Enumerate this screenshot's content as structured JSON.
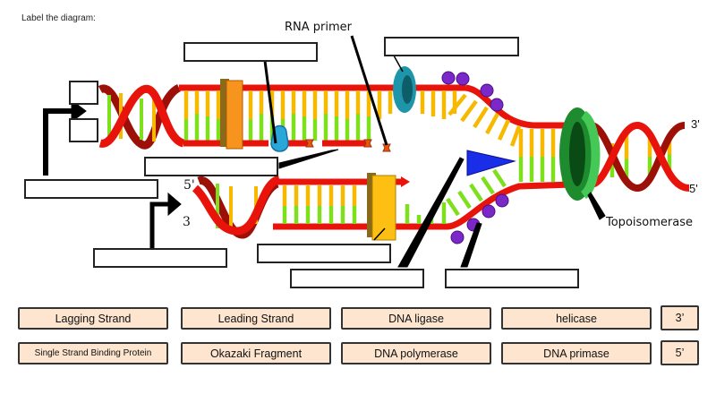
{
  "instruction": "Label the diagram:",
  "diagram_labels": {
    "rna_primer": "RNA primer",
    "topoisomerase": "Topoisomerase",
    "right_top_end": "3'",
    "right_bottom_end": "5'",
    "lower_left_top_end": "5'",
    "lower_left_bottom_end": "3"
  },
  "drop_zones": [
    {
      "id": "zone-top-left-upper"
    },
    {
      "id": "zone-top-left-lower"
    },
    {
      "id": "zone-ligase-pointer-top"
    },
    {
      "id": "zone-helicase-pointer"
    },
    {
      "id": "zone-okazaki-pointer"
    },
    {
      "id": "zone-lagging-strand-arrow"
    },
    {
      "id": "zone-leading-strand-arrow"
    },
    {
      "id": "zone-polymerase-bottom"
    },
    {
      "id": "zone-primase-pointer"
    },
    {
      "id": "zone-ssb-pointer"
    }
  ],
  "tiles": [
    {
      "label": "Lagging Strand"
    },
    {
      "label": "Leading Strand"
    },
    {
      "label": "DNA ligase"
    },
    {
      "label": "helicase"
    },
    {
      "label": "3’"
    },
    {
      "label": "Single Strand Binding Protein"
    },
    {
      "label": "Okazaki Fragment"
    },
    {
      "label": "DNA polymerase"
    },
    {
      "label": "DNA primase"
    },
    {
      "label": "5’"
    }
  ],
  "colors": {
    "backbone_red": "#e8140c",
    "backbone_dark": "#9c1008",
    "base_yellow": "#f7b900",
    "base_green": "#7ee01c",
    "polymerase_orange": "#f7941d",
    "polymerase_yellow": "#fcbf12",
    "helicase_teal": "#1e95a8",
    "ssb_purple": "#7b28c8",
    "primase_blue": "#1a2ee8",
    "ligase_blue": "#2aa7d8",
    "topoisomerase_green": "#1e8c2e",
    "tile_fill": "#fde5cf"
  }
}
